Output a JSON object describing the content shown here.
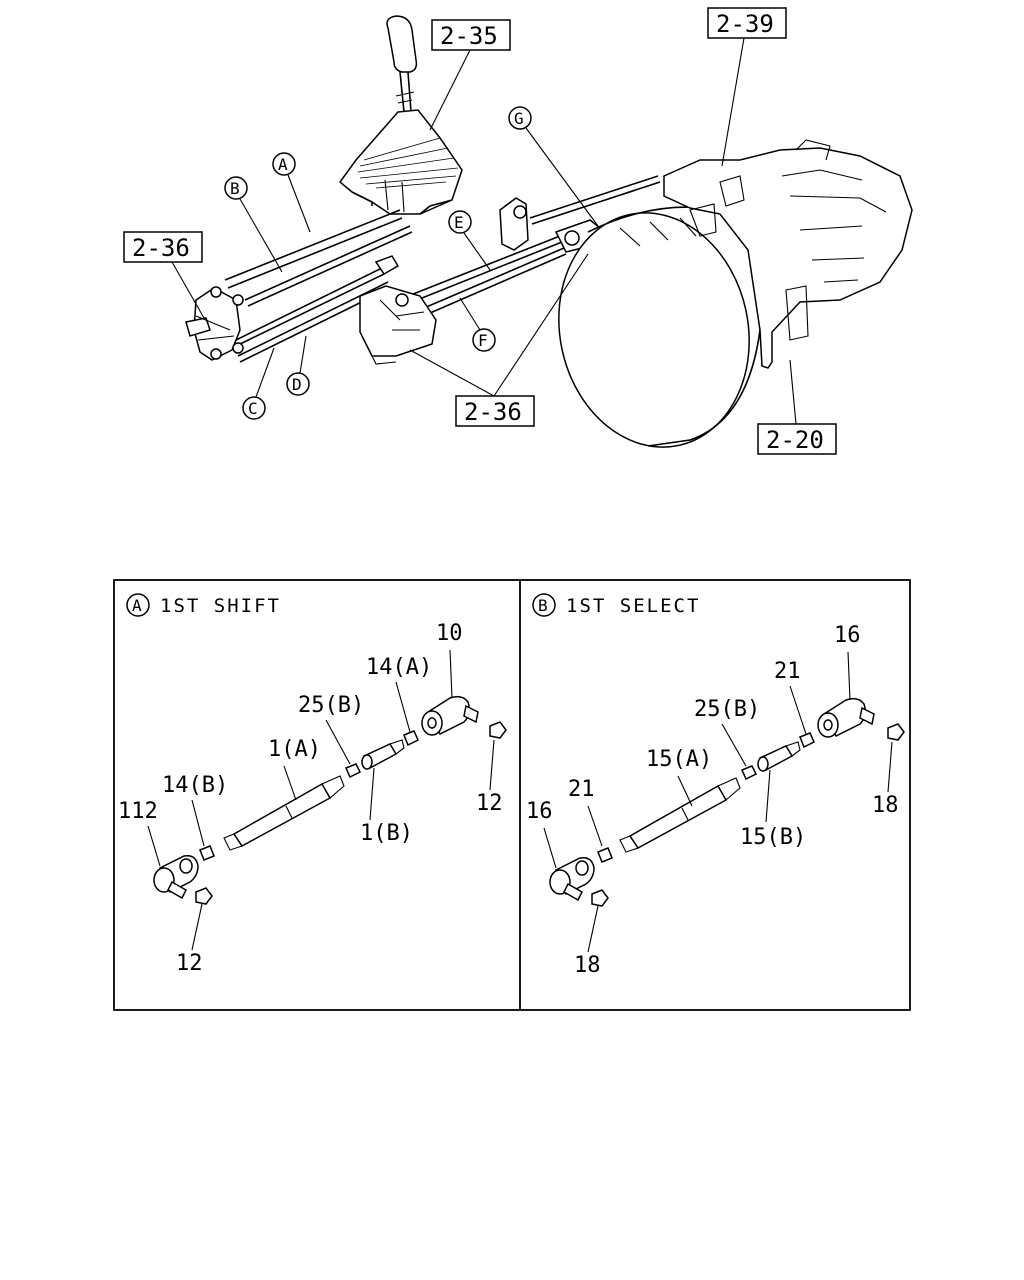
{
  "overview": {
    "box_refs": [
      "2-35",
      "2-39",
      "2-36",
      "2-36",
      "2-20"
    ],
    "circle_labels": [
      "A",
      "B",
      "C",
      "D",
      "E",
      "F",
      "G"
    ]
  },
  "panels": [
    {
      "marker": "A",
      "title": "1ST SHIFT",
      "labels": [
        "10",
        "14(A)",
        "25(B)",
        "1(A)",
        "14(B)",
        "112",
        "12",
        "1(B)",
        "12"
      ]
    },
    {
      "marker": "B",
      "title": "1ST SELECT",
      "labels": [
        "16",
        "21",
        "25(B)",
        "15(A)",
        "21",
        "16",
        "18",
        "15(B)",
        "18"
      ]
    }
  ]
}
